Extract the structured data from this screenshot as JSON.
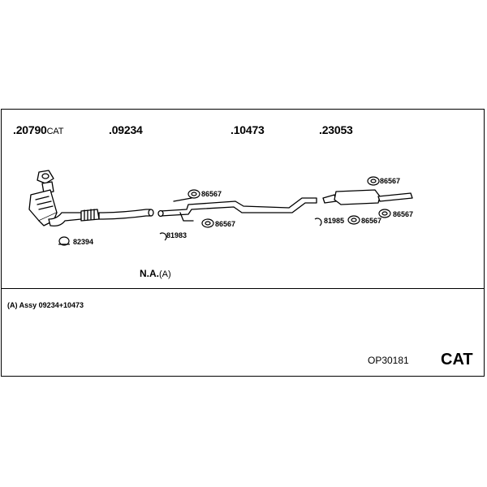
{
  "parts": [
    {
      "number": ".20790",
      "suffix": "CAT"
    },
    {
      "number": ".09234",
      "suffix": ""
    },
    {
      "number": ".10473",
      "suffix": ""
    },
    {
      "number": ".23053",
      "suffix": ""
    }
  ],
  "fittings": {
    "f1": "82394",
    "f2": "86567",
    "f3": "81983",
    "f4": "86567",
    "f5": "86567",
    "f6": "81985",
    "f7": "86567",
    "f8": "86567"
  },
  "note": {
    "label": "N.A.",
    "suffix": "(A)"
  },
  "assembly": "(A) Assy 09234+10473",
  "kit_number": "OP30181",
  "kit_type": "CAT"
}
